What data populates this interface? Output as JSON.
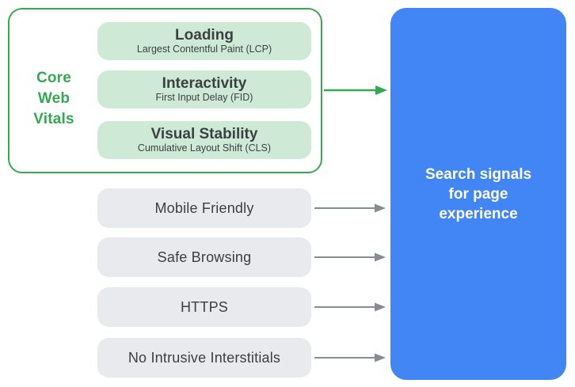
{
  "diagram": {
    "name": "Search signals for page experience diagram"
  },
  "core_web_vitals": {
    "label": "Core Web Vitals",
    "items": [
      {
        "title": "Loading",
        "subtitle": "Largest Contentful Paint (LCP)"
      },
      {
        "title": "Interactivity",
        "subtitle": "First Input Delay (FID)"
      },
      {
        "title": "Visual Stability",
        "subtitle": "Cumulative Layout Shift (CLS)"
      }
    ]
  },
  "signals": {
    "items": [
      {
        "label": "Mobile Friendly"
      },
      {
        "label": "Safe Browsing"
      },
      {
        "label": "HTTPS"
      },
      {
        "label": "No Intrusive Interstitials"
      }
    ]
  },
  "result": {
    "title": "Search signals for page experience"
  },
  "colors": {
    "accent_green": "#34a853",
    "light_green_fill": "#ceead6",
    "gray_fill": "#e8eaed",
    "blue_fill": "#4285f4",
    "arrow_gray": "#868c92",
    "text_dark": "#3c4043",
    "text_white": "#ffffff"
  }
}
